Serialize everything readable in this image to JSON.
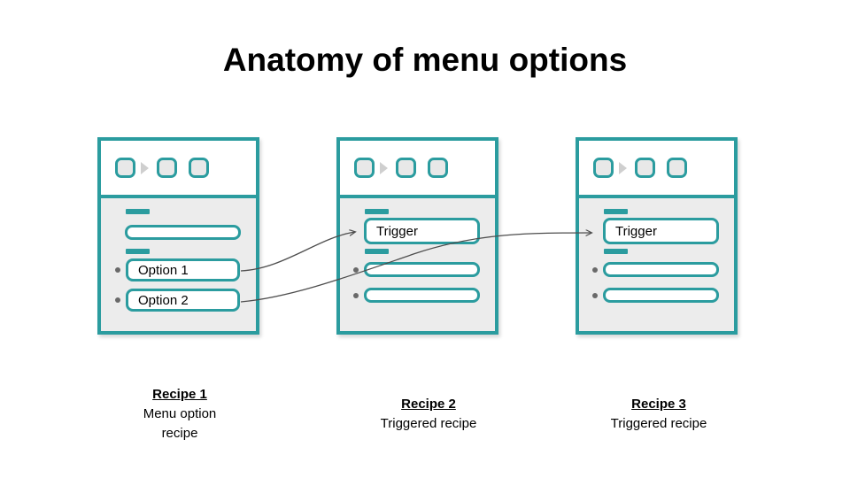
{
  "title": "Anatomy of menu options",
  "colors": {
    "accent_teal": "#2B9C9F",
    "card_body_gray": "#ECECEC",
    "connector_line": "#4d4d4d"
  },
  "cards": [
    {
      "role": "menu option recipe",
      "options": [
        "Option 1",
        "Option 2"
      ]
    },
    {
      "role": "triggered recipe",
      "trigger": "Trigger"
    },
    {
      "role": "triggered recipe",
      "trigger": "Trigger"
    }
  ],
  "captions": [
    {
      "title": "Recipe 1",
      "subtitle": "Menu option recipe"
    },
    {
      "title": "Recipe 2",
      "subtitle": "Triggered recipe"
    },
    {
      "title": "Recipe 3",
      "subtitle": "Triggered recipe"
    }
  ]
}
